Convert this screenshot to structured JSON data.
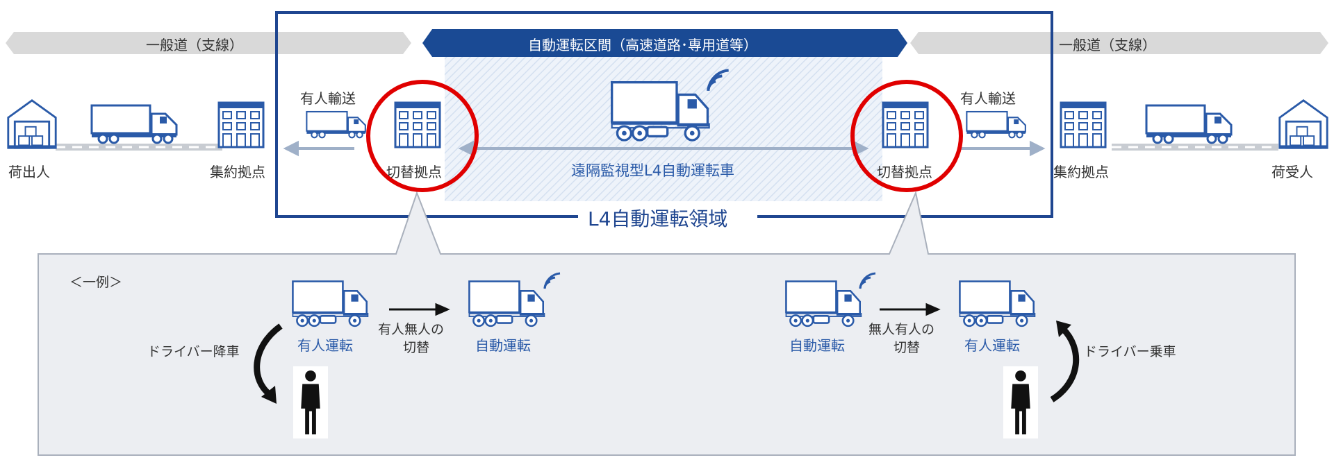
{
  "colors": {
    "navy": "#1f4690",
    "banner_blue": "#1a4a94",
    "gray_arrow": "#d9d9d9",
    "icon_blue": "#2a5aa8",
    "red_circle": "#e00000",
    "hatch": "#dfe8f4",
    "panel": "#eceef2"
  },
  "top": {
    "left_road": "一般道（支線）",
    "center_road": "自動運転区間（高速道路･専用道等）",
    "right_road": "一般道（支線）"
  },
  "nodes": {
    "shipper": "荷出人",
    "hub_left": "集約拠点",
    "switch_left": "切替拠点",
    "switch_right": "切替拠点",
    "hub_right": "集約拠点",
    "receiver": "荷受人"
  },
  "manned_left": "有人輸送",
  "manned_right": "有人輸送",
  "remote_truck": "遠隔監視型L4自動運転車",
  "l4_domain": "L4自動運転領域",
  "example": {
    "title": "＜一例＞",
    "left": {
      "manned": "有人運転",
      "switch_line1": "有人無人の",
      "switch_line2": "切替",
      "auto": "自動運転",
      "driver": "ドライバー降車"
    },
    "right": {
      "auto": "自動運転",
      "switch_line1": "無人有人の",
      "switch_line2": "切替",
      "manned": "有人運転",
      "driver": "ドライバー乗車"
    }
  },
  "icons": {
    "warehouse": "warehouse-icon",
    "truck": "truck-icon",
    "building": "building-icon",
    "autonomous_truck": "autonomous-truck-icon",
    "person": "person-icon"
  }
}
